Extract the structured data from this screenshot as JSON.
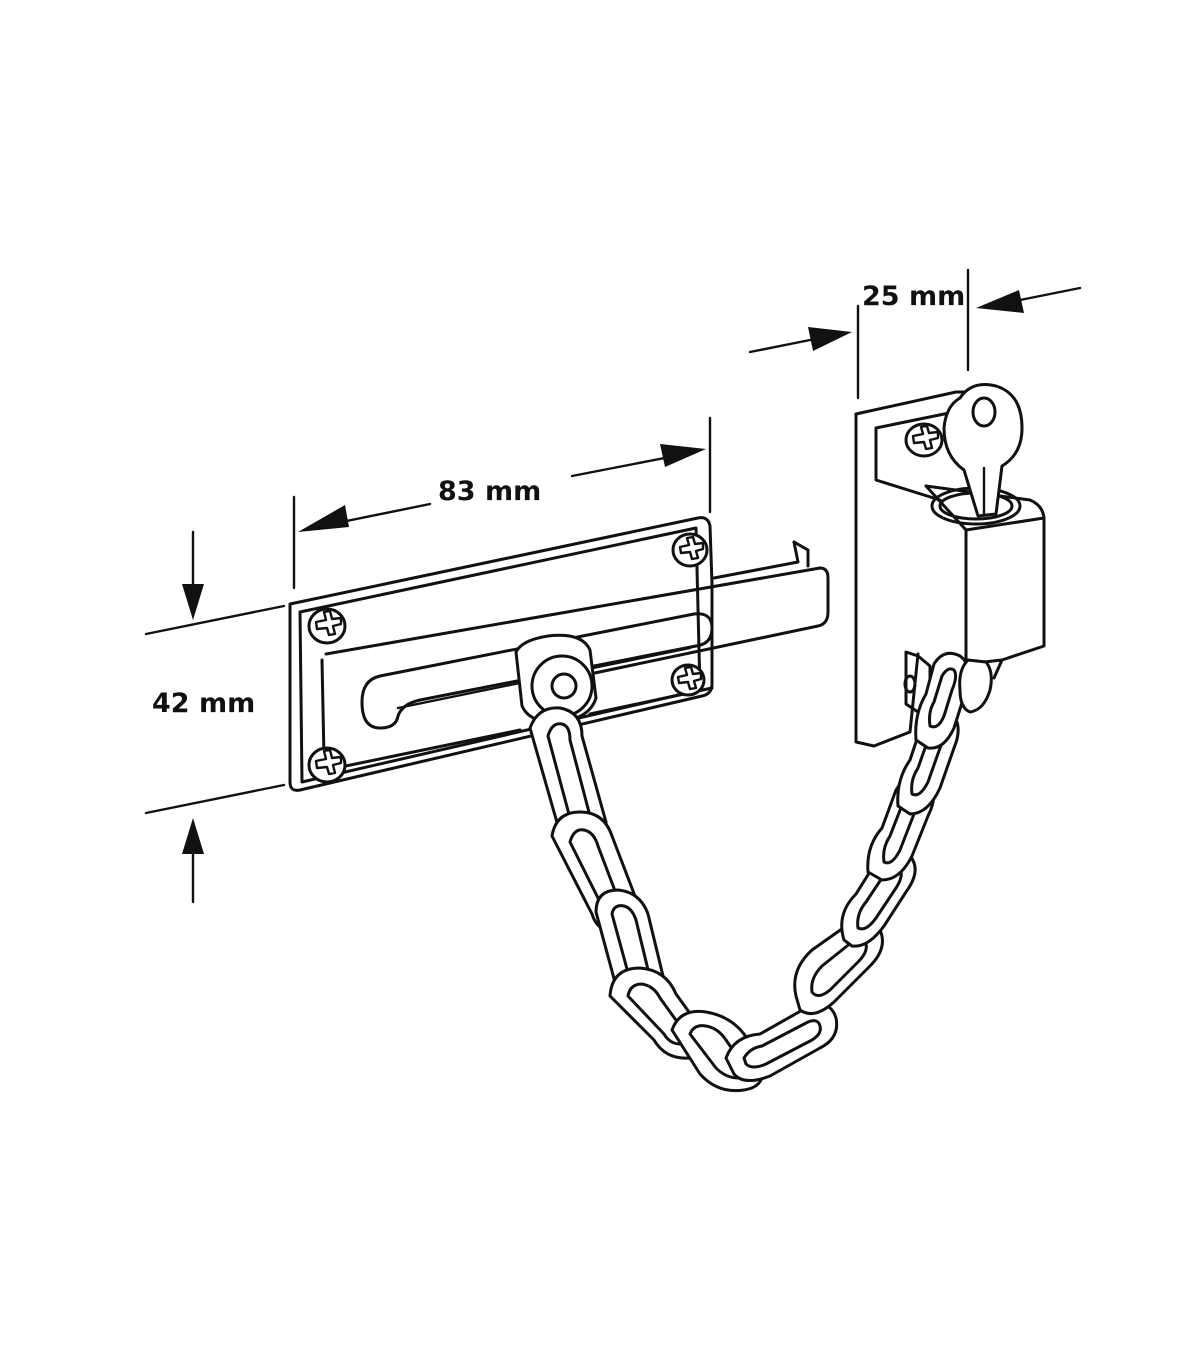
{
  "dimensions": {
    "width": "83 mm",
    "height": "42 mm",
    "depth": "25 mm"
  },
  "colors": {
    "line": "#111111",
    "background": "#ffffff"
  }
}
